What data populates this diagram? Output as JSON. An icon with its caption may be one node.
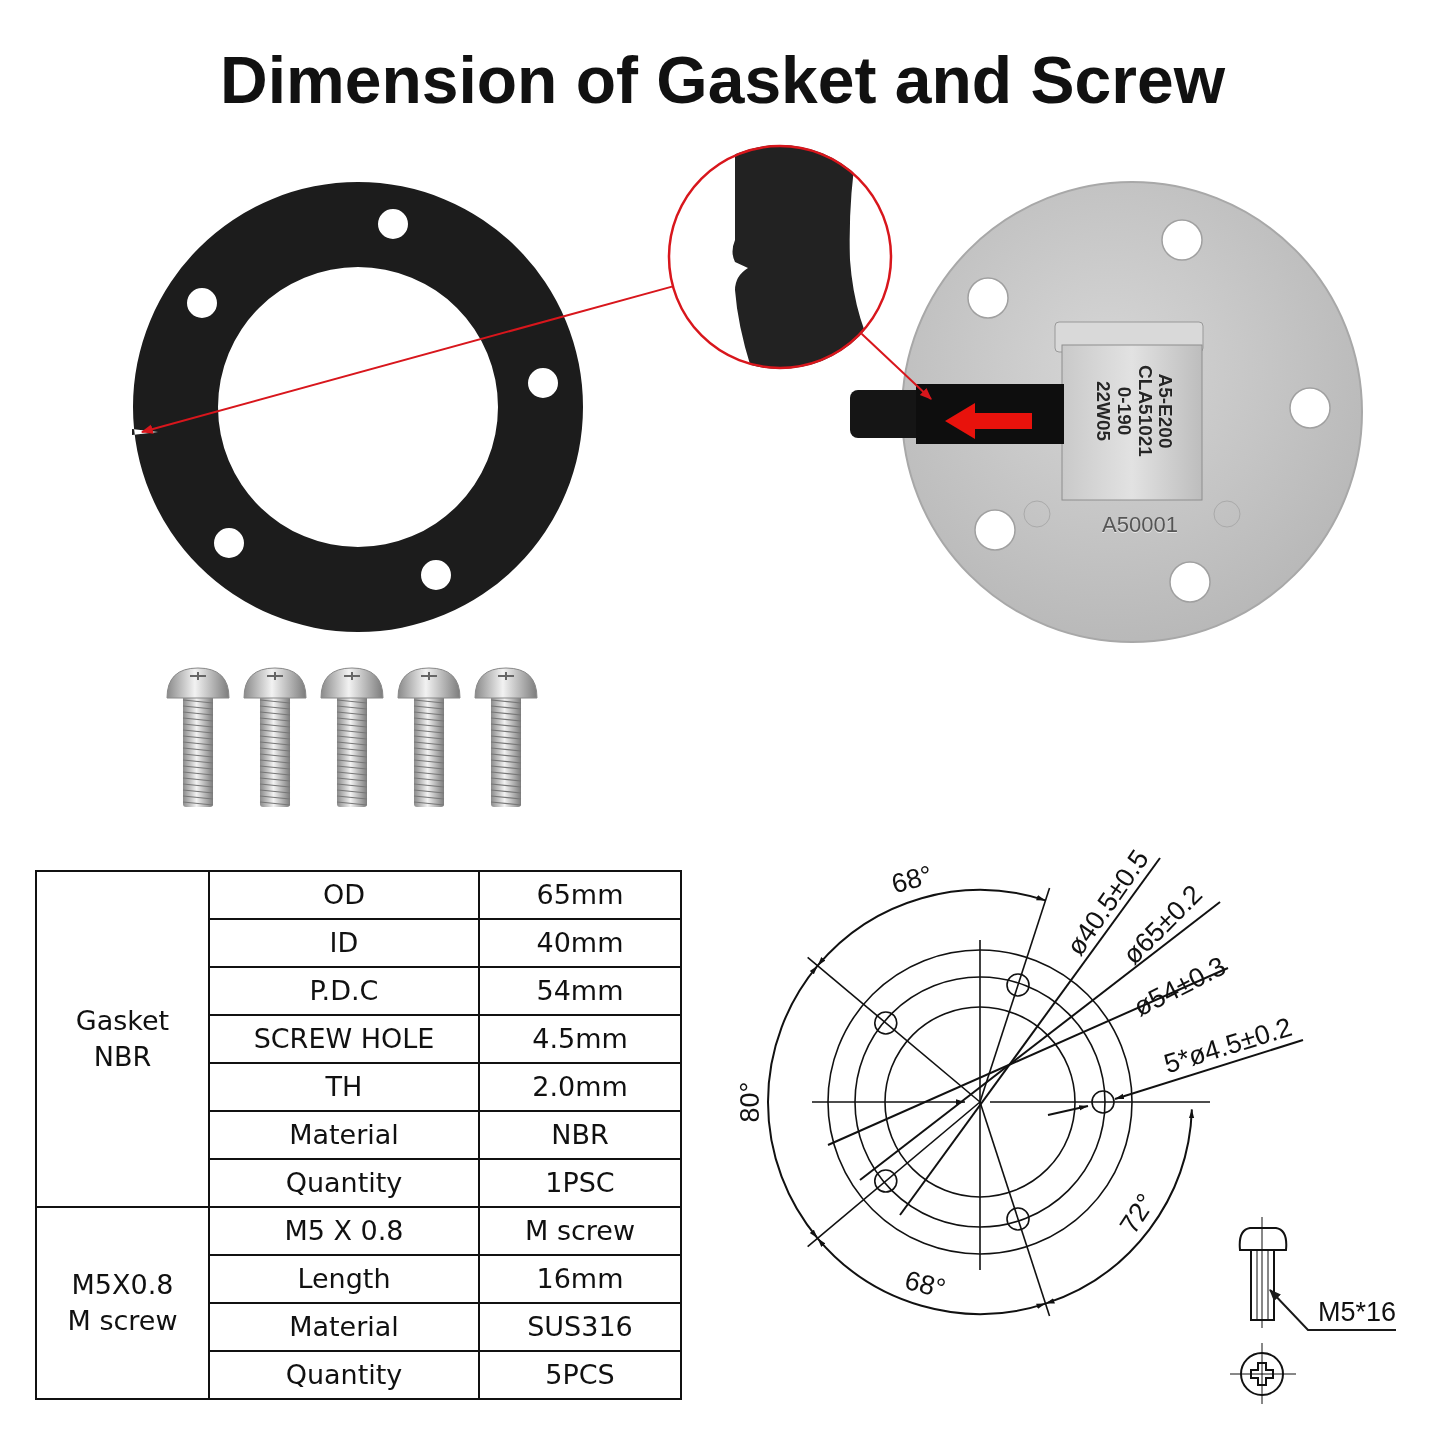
{
  "diagram": {
    "title": "Dimension of Gasket and Screw",
    "nodes": [
      {
        "text": [],
        "shape": "picture"
      },
      {
        "text": [],
        "shape": "picture"
      },
      {
        "text": [],
        "shape": "picture"
      },
      {
        "text": [
          "M5*16"
        ]
      },
      {
        "text": [],
        "shape": "picture"
      }
    ],
    "edges": [
      {
        "from": 1,
        "to": 0,
        "arrow": "to"
      },
      {
        "from": 1,
        "to": 2,
        "arrow": "to"
      },
      {
        "from": 3,
        "to": 4,
        "arrow": "to",
        "color": "#1a1a1a"
      }
    ],
    "labels": [
      "22W05",
      "0-190",
      "CLA51021",
      "A5-E200",
      "A50001",
      "Gasket NBR",
      "OD",
      "65mm",
      "ID",
      "40mm",
      "P.D.C",
      "54mm",
      "SCREW HOLE",
      "4.5mm",
      "TH",
      "2.0mm",
      "Material",
      "NBR",
      "Quantity",
      "1PSC",
      "M5X0.8 M screw",
      "M5 X 0.8",
      "M screw",
      "Length",
      "16mm",
      "Material",
      "SUS316",
      "Quantity",
      "5PCS",
      "68°",
      "ø40.5±0.5",
      "ø65±0.2",
      "ø54±0.3",
      "5*ø4.5±0.2",
      "80°",
      "72°",
      "68°"
    ]
  }
}
